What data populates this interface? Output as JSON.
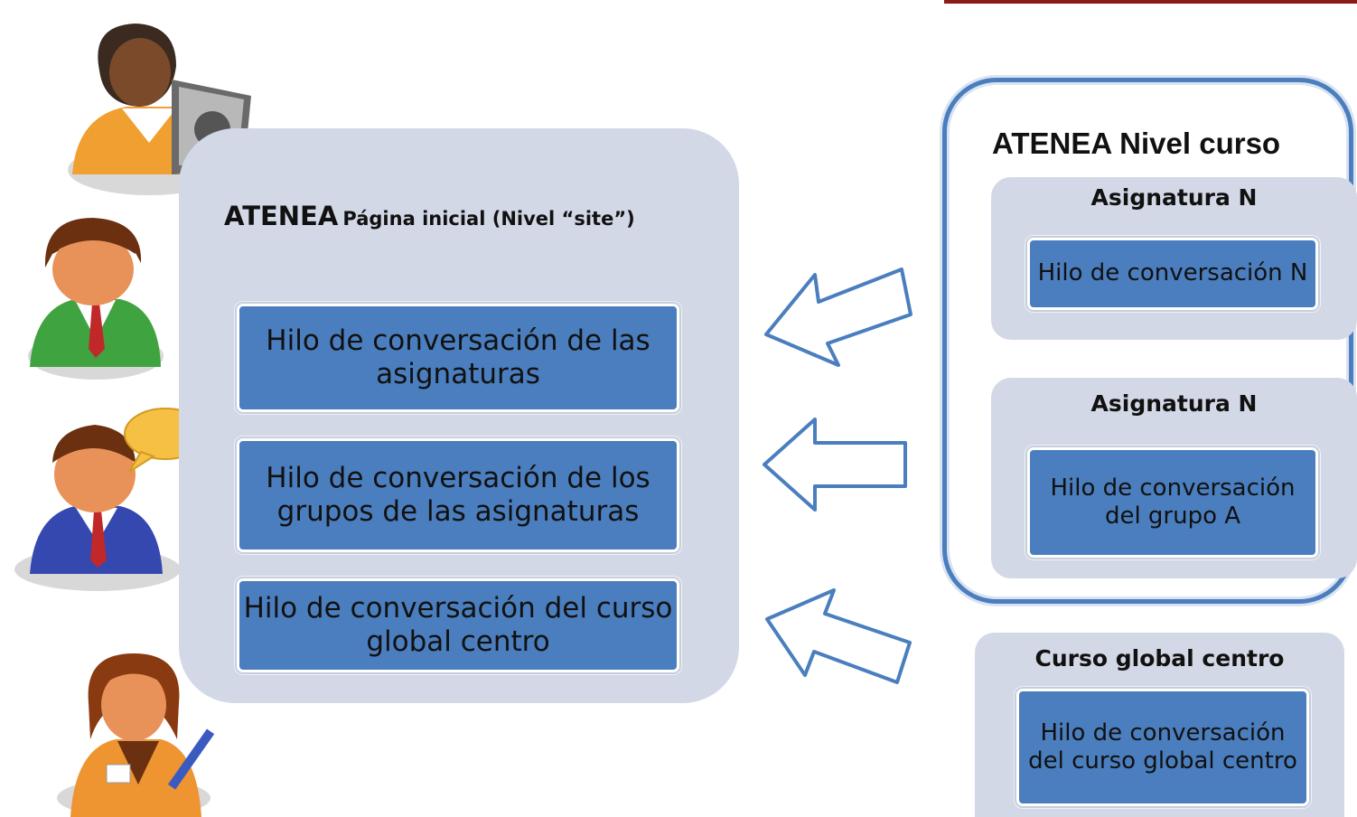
{
  "site_panel": {
    "title_main": "ATENEA",
    "title_sub": "Página inicial (Nivel “site”)",
    "threads": [
      "Hilo de conversación de las asignaturas",
      "Hilo de conversación de los grupos de las asignaturas",
      "Hilo de conversación del curso global centro"
    ]
  },
  "course_panel": {
    "title": "ATENEA Nivel curso",
    "subjects": [
      {
        "title": "Asignatura N",
        "thread": "Hilo de conversación N"
      },
      {
        "title": "Asignatura N",
        "thread": "Hilo de conversación del grupo A"
      }
    ]
  },
  "global_course": {
    "title": "Curso global centro",
    "thread": "Hilo de conversación del curso global centro"
  },
  "colors": {
    "panel_bg": "#d3d8e6",
    "box_fill": "#4a7ebe",
    "arrow_stroke": "#4a7ebe",
    "accent_line": "#8b1a1a"
  },
  "icons": [
    "user-at-computer-icon",
    "user-green-suit-icon",
    "user-speech-bubble-icon",
    "user-writing-icon",
    "left-arrow-icon"
  ]
}
